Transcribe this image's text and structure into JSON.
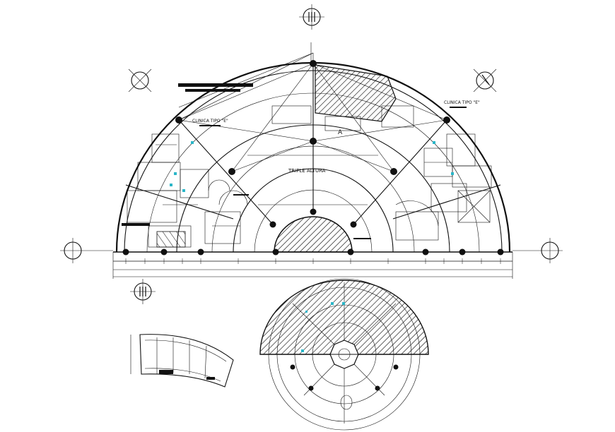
{
  "plan": {
    "labels": {
      "clinic_left": "CLINICA TIPO \"E\"",
      "clinic_right": "CLINICA TIPO \"E\"",
      "triple_height": "TRIPLE ALTURA",
      "zone_a": "A"
    }
  }
}
